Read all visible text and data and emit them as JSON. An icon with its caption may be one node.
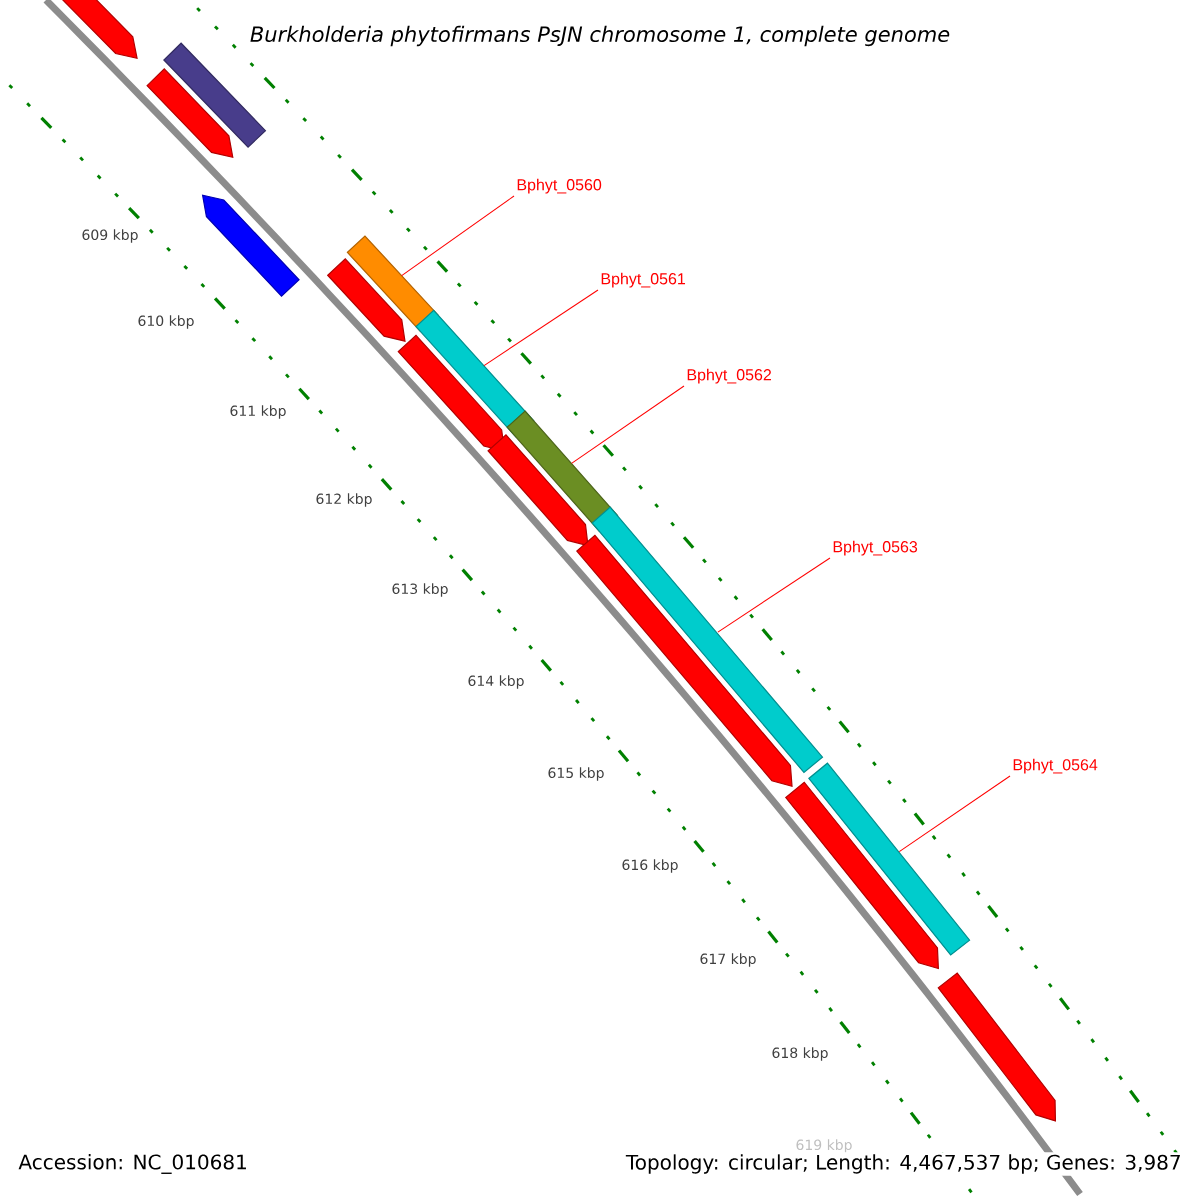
{
  "diagram": {
    "title": "Burkholderia phytofirmans PsJN chromosome 1, complete genome",
    "nodes": [
      {
        "text": [
          "Bphyt_0560"
        ]
      },
      {
        "text": [
          "Bphyt_0561"
        ]
      },
      {
        "text": [
          "Bphyt_0562"
        ]
      },
      {
        "text": [
          "Bphyt_0563"
        ]
      },
      {
        "text": [
          "Bphyt_0564"
        ]
      },
      {
        "text": [],
        "shape": "bar"
      },
      {
        "text": [],
        "shape": "bar"
      },
      {
        "text": [],
        "shape": "bar"
      },
      {
        "text": [],
        "shape": "bar"
      },
      {
        "text": [],
        "shape": "bar"
      },
      {
        "text": [],
        "shape": "arrow"
      },
      {
        "text": [],
        "shape": "arrow"
      },
      {
        "text": [],
        "shape": "bar"
      },
      {
        "text": [],
        "shape": "arrow"
      },
      {
        "text": [],
        "shape": "arrow"
      },
      {
        "text": [],
        "shape": "arrow"
      },
      {
        "text": [],
        "shape": "arrow"
      },
      {
        "text": [],
        "shape": "arrow"
      },
      {
        "text": [],
        "shape": "arrow"
      },
      {
        "text": [],
        "shape": "arrow"
      }
    ],
    "edges": [
      {
        "from": 0,
        "to": 5,
        "arrow": "none"
      },
      {
        "from": 1,
        "to": 6,
        "arrow": "none"
      },
      {
        "from": 2,
        "to": 7,
        "arrow": "none"
      },
      {
        "from": 3,
        "to": 8,
        "arrow": "none"
      },
      {
        "from": 4,
        "to": 9,
        "arrow": "none"
      }
    ],
    "labels": [
      "609 kbp",
      "610 kbp",
      "611 kbp",
      "612 kbp",
      "613 kbp",
      "614 kbp",
      "615 kbp",
      "616 kbp",
      "617 kbp",
      "618 kbp",
      "619 kbp",
      "Accession: NC_010681",
      "Topology: circular; Length: 4,467,537 bp; Genes: 3,987"
    ]
  }
}
